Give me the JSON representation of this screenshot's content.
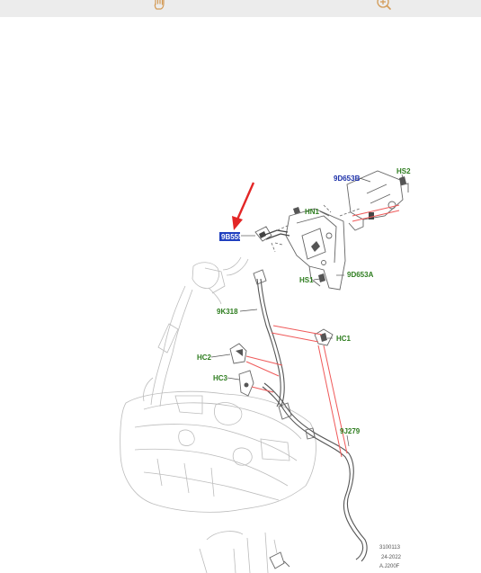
{
  "toolbar": {
    "pan_icon": "hand-icon",
    "zoom_icon": "zoom-in-icon"
  },
  "diagram": {
    "highlighted_label": "9B555",
    "labels": {
      "hs2": "HS2",
      "d9653b": "9D653B",
      "hn1": "HN1",
      "d9653a": "9D653A",
      "hs1": "HS1",
      "k9318": "9K318",
      "hc1": "HC1",
      "hc2": "HC2",
      "hc3": "HC3",
      "j9279": "9J279"
    },
    "footer": {
      "line1": "3100113",
      "line2": "24-2022",
      "line3": "A.J200F"
    },
    "colors": {
      "label_green": "#2e7d1f",
      "label_blue": "#1b2fa8",
      "highlight_fill": "#1f3fbf",
      "arrow_red": "#e32626",
      "leader_red": "#ef5a5a"
    }
  }
}
